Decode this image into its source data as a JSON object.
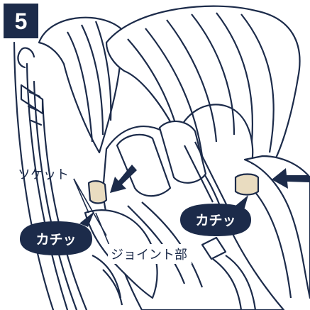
{
  "step": {
    "number": "5"
  },
  "labels": {
    "socket": "ソケット",
    "joint": "ジョイント部"
  },
  "bubbles": {
    "left": "カチッ",
    "right": "カチッ"
  },
  "colors": {
    "navy": "#1c2b4a",
    "line": "#1c2b4a",
    "joint_fill": "#e9dcc0",
    "background": "#ffffff"
  },
  "icons": [
    "arrow-left-icon",
    "arrow-right-icon"
  ]
}
